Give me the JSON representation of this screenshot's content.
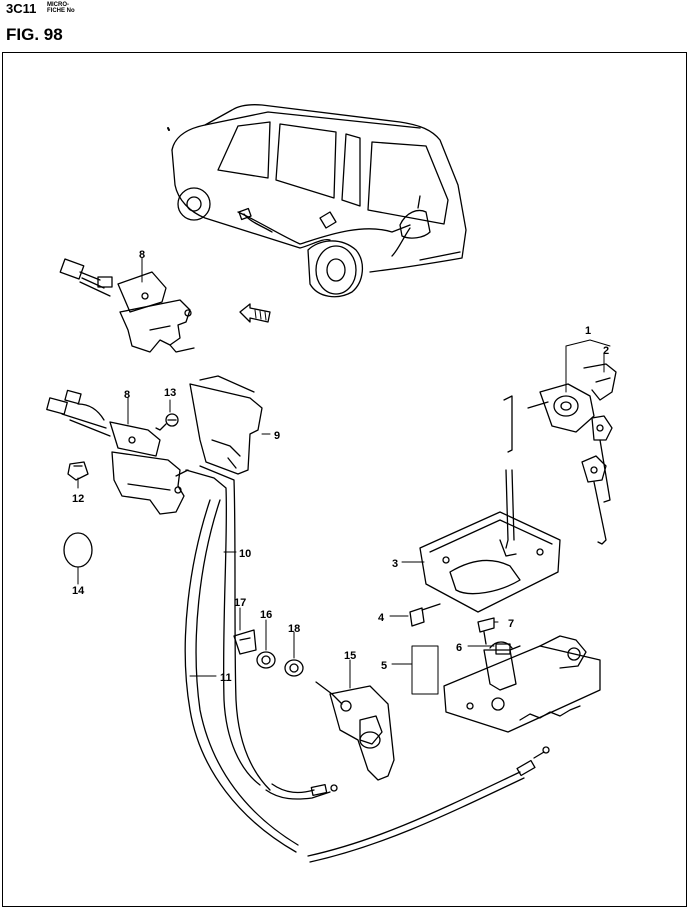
{
  "header": {
    "code": "3C11",
    "microfiche_line1": "MICRO-",
    "microfiche_line2": "FICHE No",
    "figure": "FIG.  98"
  },
  "callouts": [
    {
      "id": "c1",
      "label": "1"
    },
    {
      "id": "c2",
      "label": "2"
    },
    {
      "id": "c3",
      "label": "3"
    },
    {
      "id": "c4",
      "label": "4"
    },
    {
      "id": "c5",
      "label": "5"
    },
    {
      "id": "c6",
      "label": "6"
    },
    {
      "id": "c7",
      "label": "7"
    },
    {
      "id": "c8a",
      "label": "8"
    },
    {
      "id": "c8b",
      "label": "8"
    },
    {
      "id": "c9",
      "label": "9"
    },
    {
      "id": "c10",
      "label": "10"
    },
    {
      "id": "c11",
      "label": "11"
    },
    {
      "id": "c12",
      "label": "12"
    },
    {
      "id": "c13",
      "label": "13"
    },
    {
      "id": "c14",
      "label": "14"
    },
    {
      "id": "c15",
      "label": "15"
    },
    {
      "id": "c16",
      "label": "16"
    },
    {
      "id": "c17",
      "label": "17"
    },
    {
      "id": "c18",
      "label": "18"
    }
  ]
}
